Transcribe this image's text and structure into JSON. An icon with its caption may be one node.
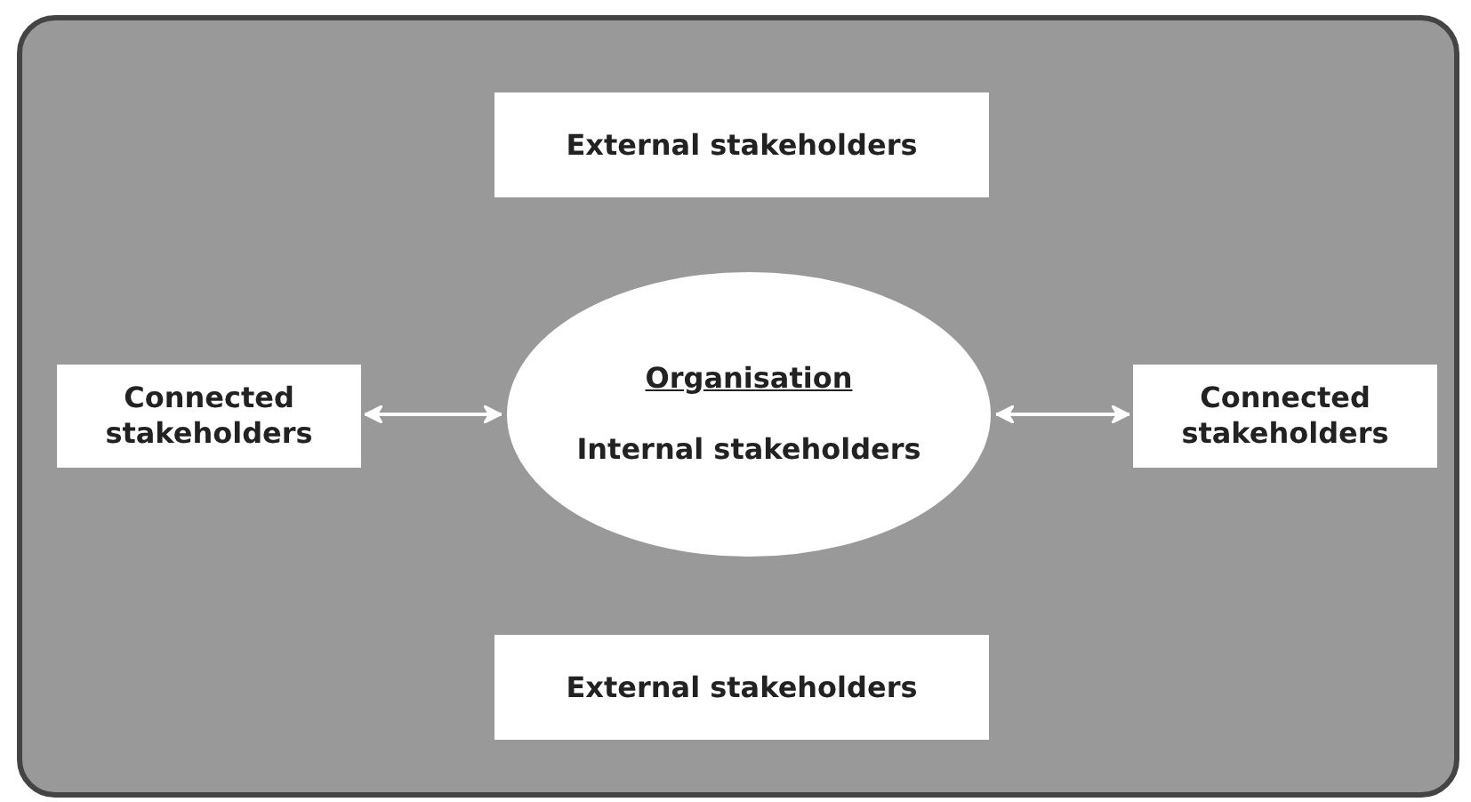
{
  "diagram": {
    "nodes": [
      {
        "text": [
          "External stakeholders"
        ]
      },
      {
        "text": [
          "Connected stakeholders"
        ]
      },
      {
        "text": [
          "Organisation",
          "Internal stakeholders"
        ]
      },
      {
        "text": [
          "Connected stakeholders"
        ]
      },
      {
        "text": [
          "External stakeholders"
        ]
      }
    ],
    "edges": [
      {
        "from": 1,
        "to": 2,
        "arrow": "both"
      },
      {
        "from": 2,
        "to": 3,
        "arrow": "both"
      }
    ]
  }
}
